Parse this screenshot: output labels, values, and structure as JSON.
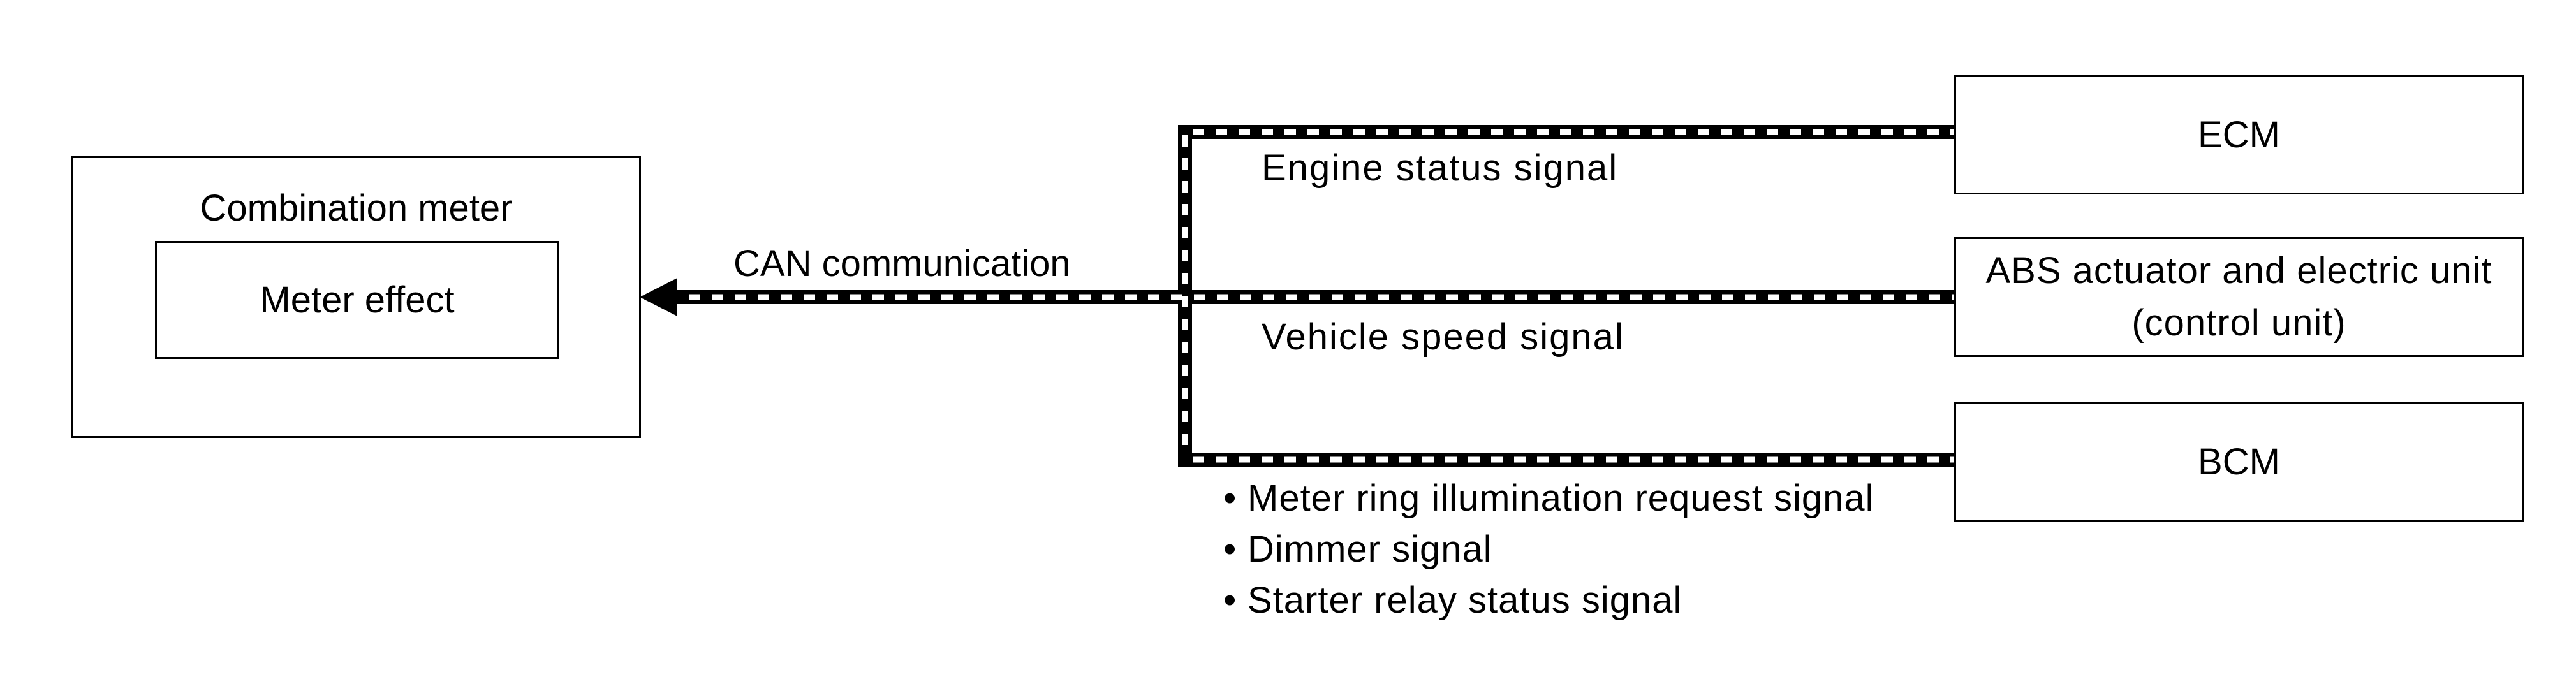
{
  "blocks": {
    "combination_meter": "Combination meter",
    "meter_effect": "Meter effect",
    "ecm": "ECM",
    "abs_line1": "ABS actuator and electric unit",
    "abs_line2": "(control unit)",
    "bcm": "BCM"
  },
  "connections": {
    "can_label": "CAN communication",
    "engine_signal": "Engine status signal",
    "vehicle_speed_signal": "Vehicle speed signal"
  },
  "bcm_signals": [
    "Meter ring illumination request signal",
    "Dimmer signal",
    "Starter relay status signal"
  ],
  "colors": {
    "line": "#000000",
    "dash": "#ffffff"
  }
}
